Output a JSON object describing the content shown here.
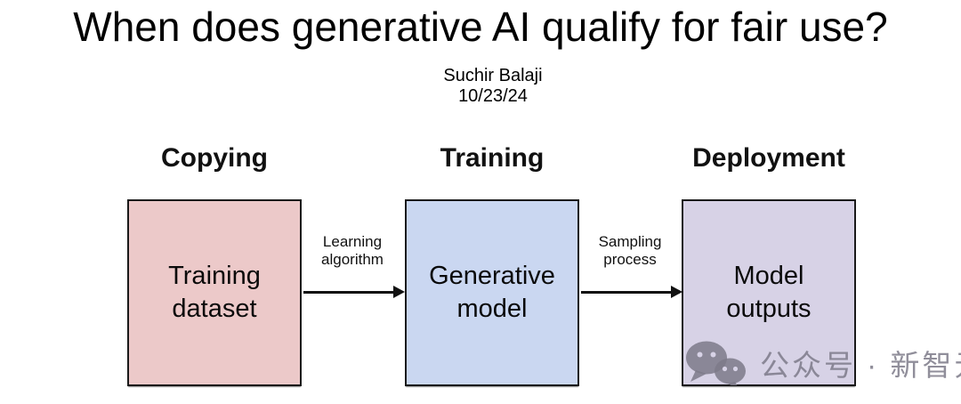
{
  "title": "When does generative AI qualify for fair use?",
  "author": "Suchir Balaji",
  "date": "10/23/24",
  "stages": [
    {
      "heading": "Copying",
      "box_label": "Training\ndataset",
      "box_color": "#ecc9c9"
    },
    {
      "heading": "Training",
      "box_label": "Generative\nmodel",
      "box_color": "#cad7f1"
    },
    {
      "heading": "Deployment",
      "box_label": "Model\noutputs",
      "box_color": "#d7d2e6"
    }
  ],
  "arrows": [
    {
      "label": "Learning\nalgorithm"
    },
    {
      "label": "Sampling\nprocess"
    }
  ],
  "watermark": {
    "icon": "wechat-icon",
    "text": "公众号 · 新智元",
    "color": "#8b8797"
  }
}
